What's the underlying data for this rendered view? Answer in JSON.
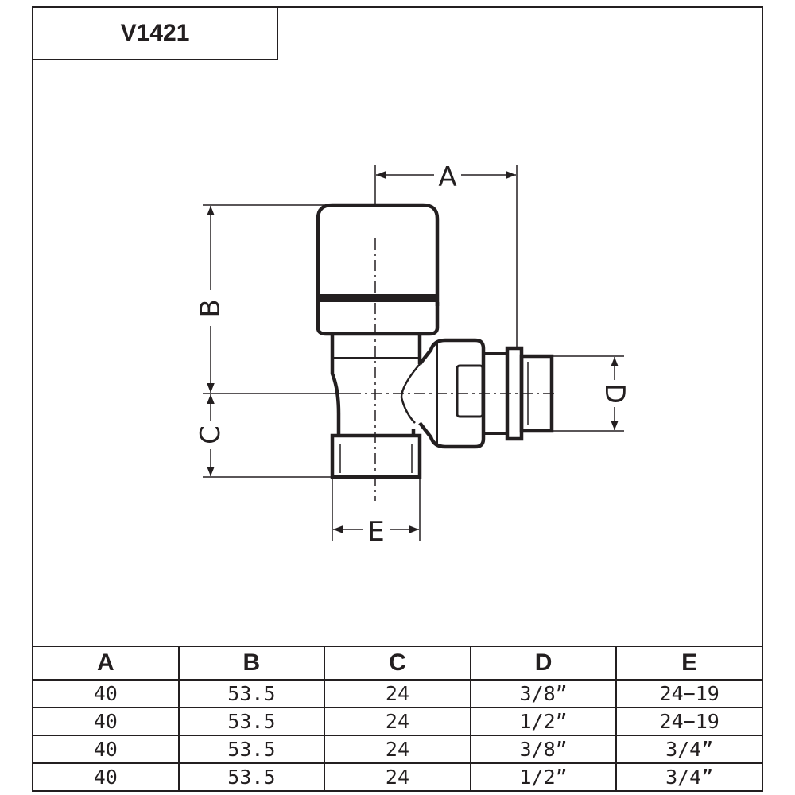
{
  "title": "V1421",
  "dimension_labels": {
    "a": "A",
    "b": "B",
    "c": "C",
    "d": "D",
    "e": "E"
  },
  "table": {
    "headers": [
      "A",
      "B",
      "C",
      "D",
      "E"
    ],
    "rows": [
      [
        "40",
        "53.5",
        "24",
        "3/8”",
        "24−19"
      ],
      [
        "40",
        "53.5",
        "24",
        "1/2”",
        "24−19"
      ],
      [
        "40",
        "53.5",
        "24",
        "3/8”",
        "3/4”"
      ],
      [
        "40",
        "53.5",
        "24",
        "1/2”",
        "3/4”"
      ]
    ]
  }
}
